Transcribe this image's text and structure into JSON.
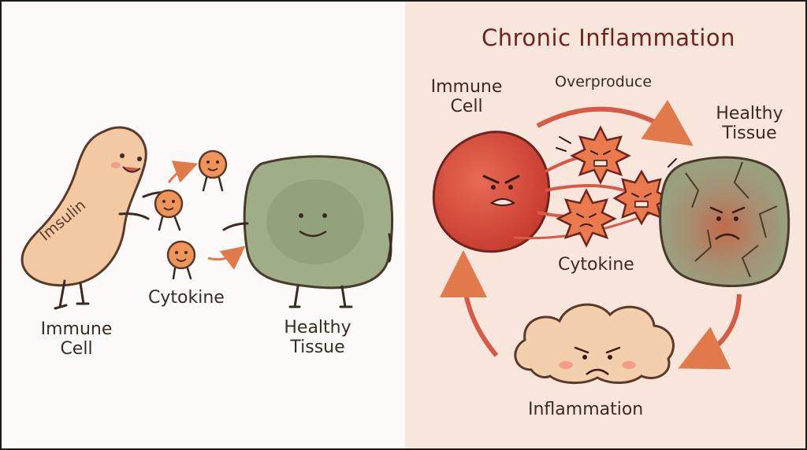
{
  "left": {
    "insulin_label": "Imsulin",
    "cytokine_label": "Cytokine",
    "immune_label_line1": "Immune",
    "immune_label_line2": "Cell",
    "tissue_label_line1": "Healthy",
    "tissue_label_line2": "Tissue"
  },
  "right": {
    "title": "Chronic Inflammation",
    "immune_label_line1": "Immune",
    "immune_label_line2": "Cell",
    "overproduce_label": "Overproduce",
    "tissue_label_line1": "Healthy",
    "tissue_label_line2": "Tissue",
    "cytokine_label": "Cytokine",
    "inflammation_label": "Inflammation"
  },
  "colors": {
    "left_background": "#fbfaf8",
    "right_background": "#f8e6dc",
    "immune_cell_tan": "#f2c9a3",
    "cytokine_orange": "#f0945a",
    "healthy_tissue_green": "#9fae88",
    "immune_cell_red": "#d9473a",
    "angry_cytokine_orange": "#ea7a4e",
    "damaged_tissue": "#a89a78",
    "inflammation_cloud": "#f3cfae",
    "arrow_orange": "#e07a4a",
    "arrow_red": "#d75a45",
    "outline": "#4a2a22"
  }
}
